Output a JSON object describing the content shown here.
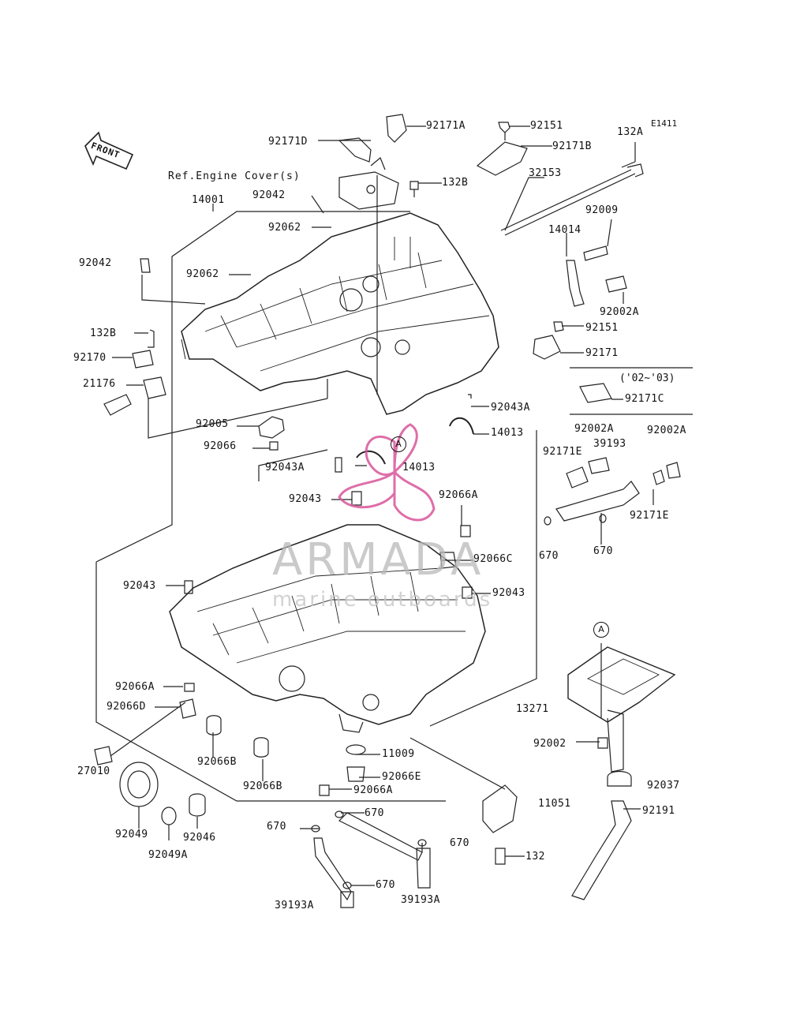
{
  "diagram_code": "E1411",
  "front_label": "FRONT",
  "ref_note": "Ref.Engine Cover(s)",
  "year_note": "('02~'03)",
  "circle_marker": "A",
  "watermark": {
    "title": "ARMADA",
    "subtitle": "marine outboards",
    "logo_color": "#d9559a"
  },
  "parts": [
    "92171A",
    "92151",
    "92171D",
    "92171B",
    "132A",
    "132B",
    "32153",
    "14001",
    "92042",
    "92062",
    "92042",
    "92062",
    "14014",
    "92009",
    "92002A",
    "132B",
    "92151",
    "92170",
    "92171",
    "21176",
    "92171C",
    "92005",
    "92043A",
    "14013",
    "92066",
    "92002A",
    "92002A",
    "92171E",
    "39193",
    "92043A",
    "14013",
    "92043",
    "92066A",
    "92171E",
    "670",
    "670",
    "92066C",
    "92043",
    "92043",
    "92066A",
    "92066D",
    "13271",
    "92002",
    "92037",
    "92066B",
    "11009",
    "92066E",
    "27010",
    "92066B",
    "92066A",
    "11051",
    "92191",
    "670",
    "670",
    "92049",
    "92046",
    "670",
    "92049A",
    "132",
    "670",
    "39193A",
    "39193A"
  ]
}
